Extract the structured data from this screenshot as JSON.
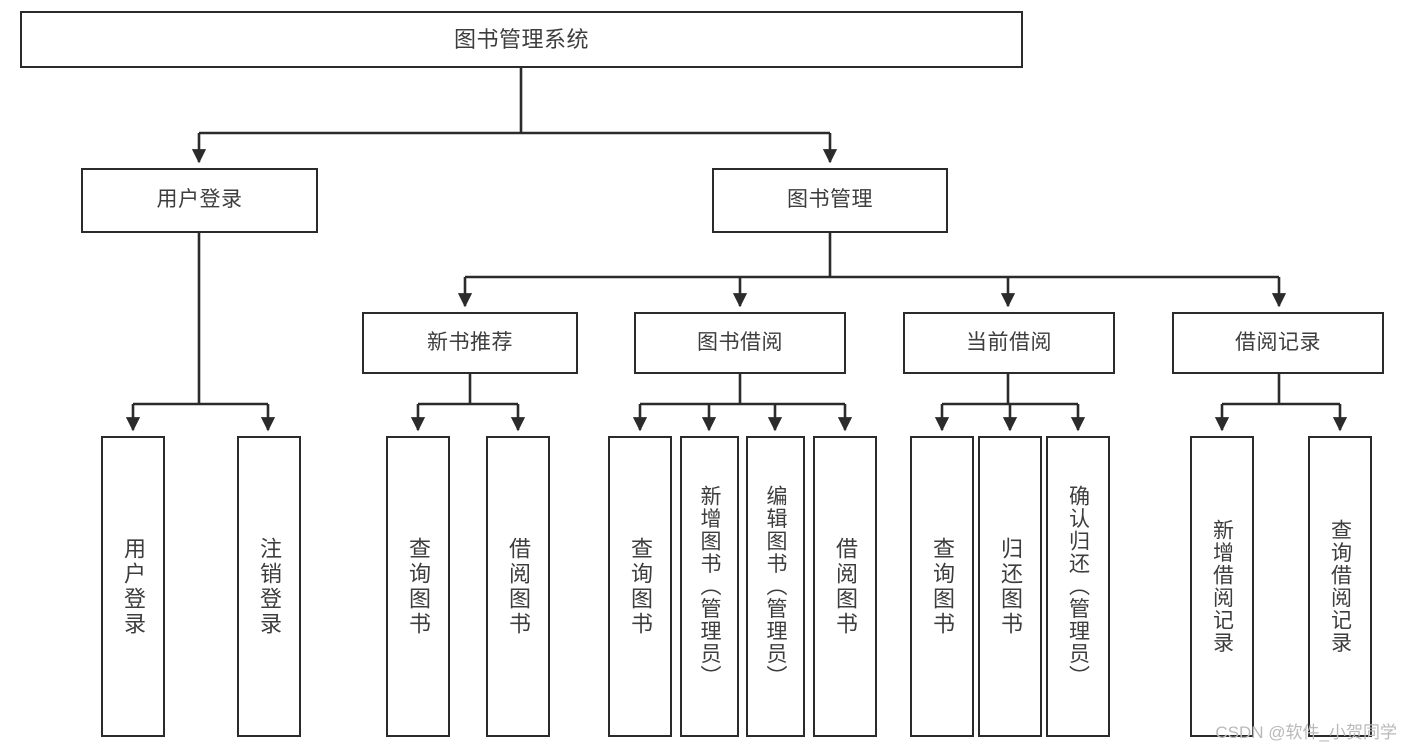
{
  "diagram": {
    "title": "图书管理系统",
    "type": "tree-hierarchy",
    "root": {
      "id": "root",
      "label": "图书管理系统"
    },
    "level1": [
      {
        "id": "user-login",
        "label": "用户登录"
      },
      {
        "id": "book-manage",
        "label": "图书管理"
      }
    ],
    "level2": [
      {
        "id": "new-book-recommend",
        "label": "新书推荐",
        "parent": "book-manage"
      },
      {
        "id": "book-borrow",
        "label": "图书借阅",
        "parent": "book-manage"
      },
      {
        "id": "current-borrow",
        "label": "当前借阅",
        "parent": "book-manage"
      },
      {
        "id": "borrow-record",
        "label": "借阅记录",
        "parent": "book-manage"
      }
    ],
    "leaves": [
      {
        "id": "leaf-user-login",
        "label": "用户登录",
        "parent": "user-login"
      },
      {
        "id": "leaf-logout-login",
        "label": "注销登录",
        "parent": "user-login"
      },
      {
        "id": "leaf-query-book-1",
        "label": "查询图书",
        "parent": "new-book-recommend"
      },
      {
        "id": "leaf-borrow-book-1",
        "label": "借阅图书",
        "parent": "new-book-recommend"
      },
      {
        "id": "leaf-query-book-2",
        "label": "查询图书",
        "parent": "book-borrow"
      },
      {
        "id": "leaf-add-book",
        "label": "新增图书（管理员）",
        "parent": "book-borrow"
      },
      {
        "id": "leaf-edit-book",
        "label": "编辑图书（管理员）",
        "parent": "book-borrow"
      },
      {
        "id": "leaf-borrow-book-2",
        "label": "借阅图书",
        "parent": "book-borrow"
      },
      {
        "id": "leaf-query-book-3",
        "label": "查询图书",
        "parent": "current-borrow"
      },
      {
        "id": "leaf-return-book",
        "label": "归还图书",
        "parent": "current-borrow"
      },
      {
        "id": "leaf-confirm-return",
        "label": "确认归还（管理员）",
        "parent": "current-borrow"
      },
      {
        "id": "leaf-add-record",
        "label": "新增借阅记录",
        "parent": "borrow-record"
      },
      {
        "id": "leaf-query-record",
        "label": "查询借阅记录",
        "parent": "borrow-record"
      }
    ]
  },
  "watermark": {
    "text": "CSDN @软件_小贺同学"
  },
  "colors": {
    "stroke": "#2b2b2b",
    "text": "#3d3d3d",
    "background": "#ffffff",
    "watermark": "#b9b9b9"
  }
}
